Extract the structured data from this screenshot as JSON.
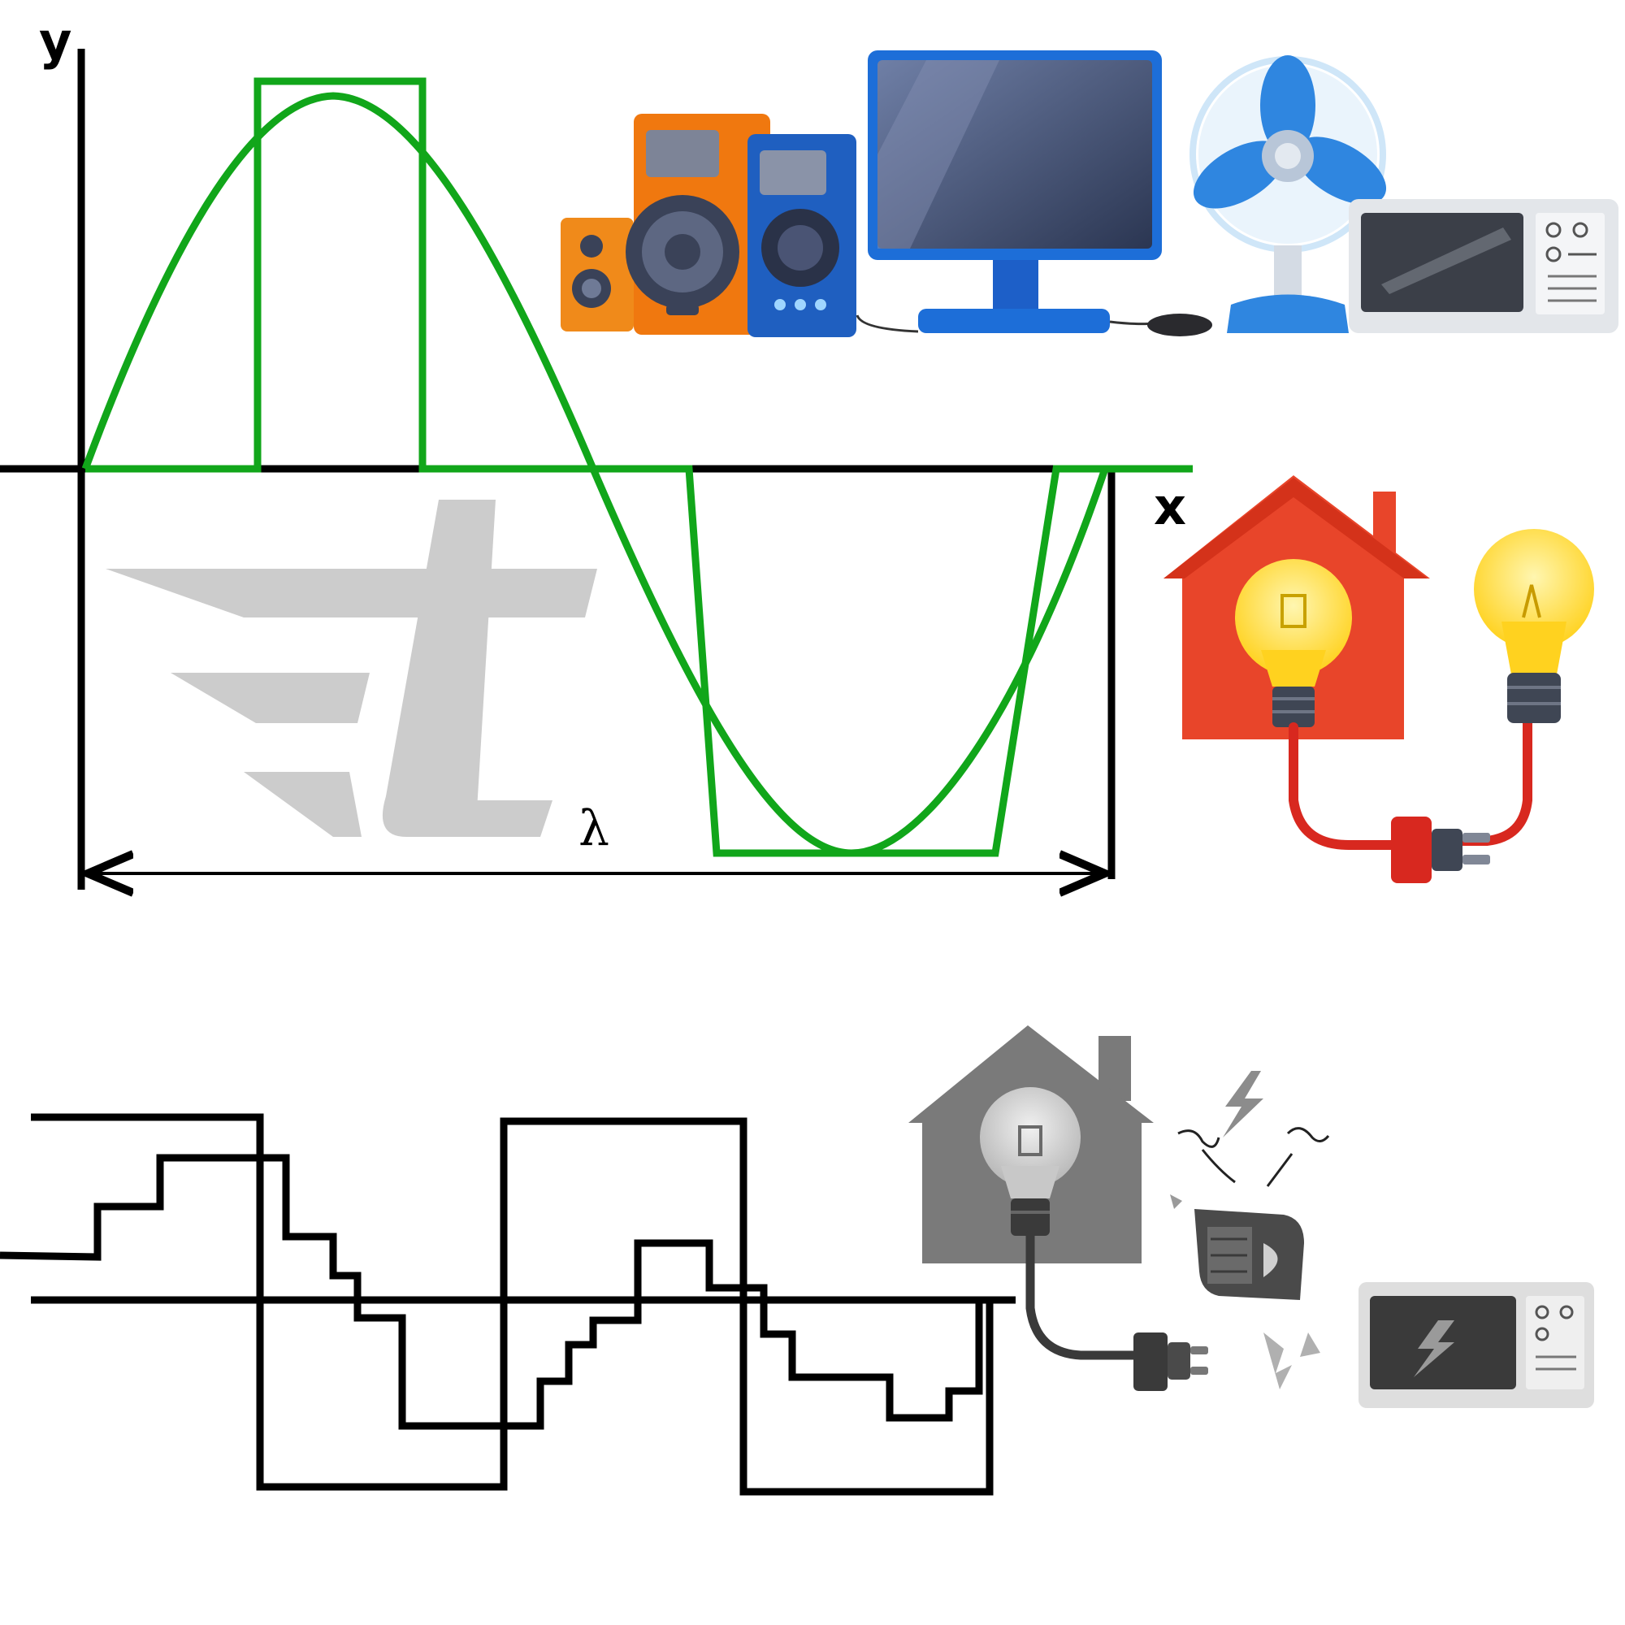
{
  "labels": {
    "y_axis": "y",
    "x_axis": "x",
    "wavelength": "λ"
  },
  "colors": {
    "wave": "#11a61a",
    "axes": "#000000",
    "watermark": "#cccccc",
    "house_good": "#e8452a",
    "bulb_on": "#ffd92a",
    "plug": "#d8281f",
    "gray_scene": "#7a7a7a"
  },
  "icons": [
    "speakers-icon",
    "monitor-icon",
    "fan-icon",
    "microwave-icon",
    "house-bulb-icon",
    "plug-icon",
    "bulb-icon",
    "broken-appliance-icon"
  ]
}
